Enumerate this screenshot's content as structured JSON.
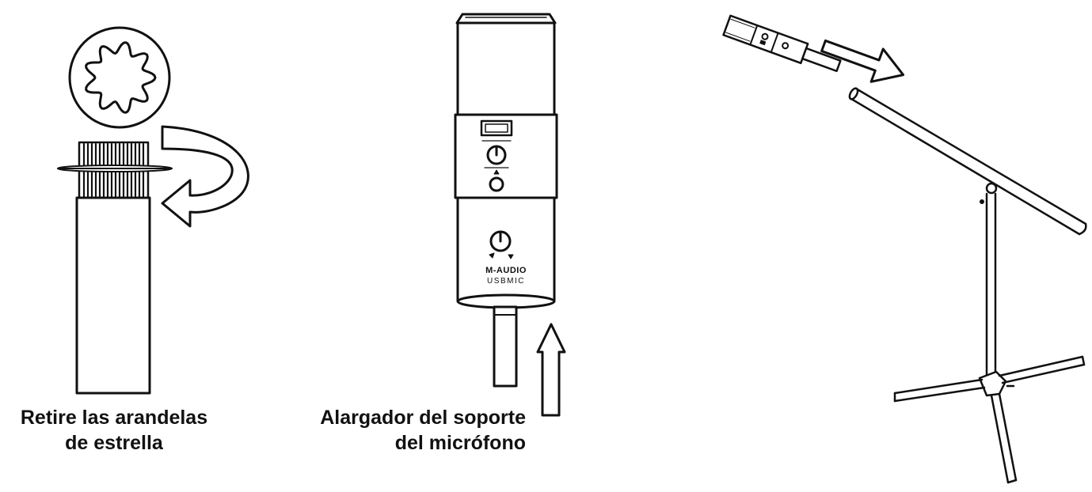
{
  "figure": {
    "panels": [
      {
        "id": "remove-star-washers",
        "caption_lines": [
          "Retire las arandelas",
          "de estrella"
        ]
      },
      {
        "id": "mic-stand-extender",
        "caption_lines": [
          "Alargador del soporte",
          "del micrófono"
        ],
        "microphone": {
          "brand": "M-AUDIO",
          "model": "USBMIC"
        }
      },
      {
        "id": "mount-on-boom-stand"
      }
    ],
    "line_color": "#111111",
    "background": "#ffffff"
  }
}
